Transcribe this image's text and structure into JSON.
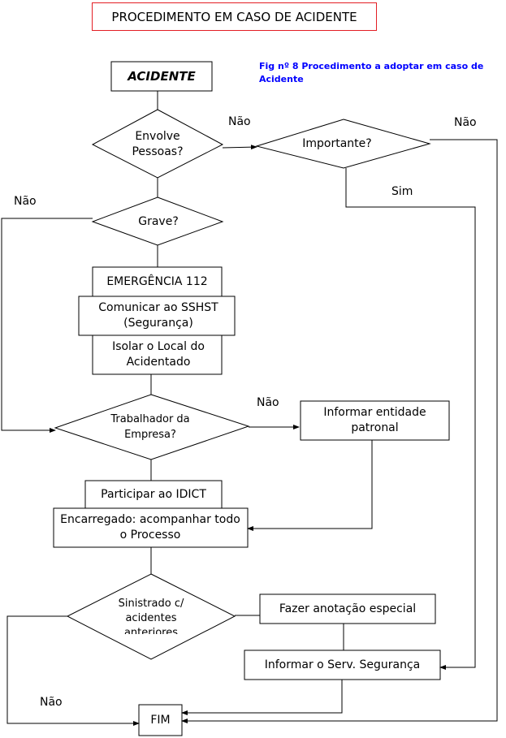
{
  "title": "PROCEDIMENTO EM CASO DE ACIDENTE",
  "caption": "Fig nº 8 Procedimento a adoptar em caso de Acidente",
  "colors": {
    "title_border": "#e31e24",
    "caption": "#0000ff",
    "line": "#000000"
  },
  "nodes": {
    "start": "ACIDENTE",
    "envolve_pessoas": "Envolve Pessoas?",
    "importante": "Importante?",
    "grave": "Grave?",
    "emergencia": "EMERGÊNCIA 112",
    "comunicar": "Comunicar ao SSHST (Segurança)",
    "isolar": "Isolar o Local do Acidentado",
    "trabalhador": "Trabalhador da Empresa?",
    "informar_entidade": "Informar entidade patronal",
    "participar": "Participar ao IDICT",
    "encarregado": "Encarregado: acompanhar todo o Processo",
    "sinistrado": "Sinistrado c/ acidentes anteriores",
    "anotacao": "Fazer anotação especial",
    "informar_serv": "Informar o Serv. Segurança",
    "fim": "FIM"
  },
  "edge_labels": {
    "envolve_nao": "Não",
    "importante_nao": "Não",
    "importante_sim": "Sim",
    "grave_nao": "Não",
    "trabalhador_nao": "Não",
    "sinistrado_nao": "Não"
  }
}
